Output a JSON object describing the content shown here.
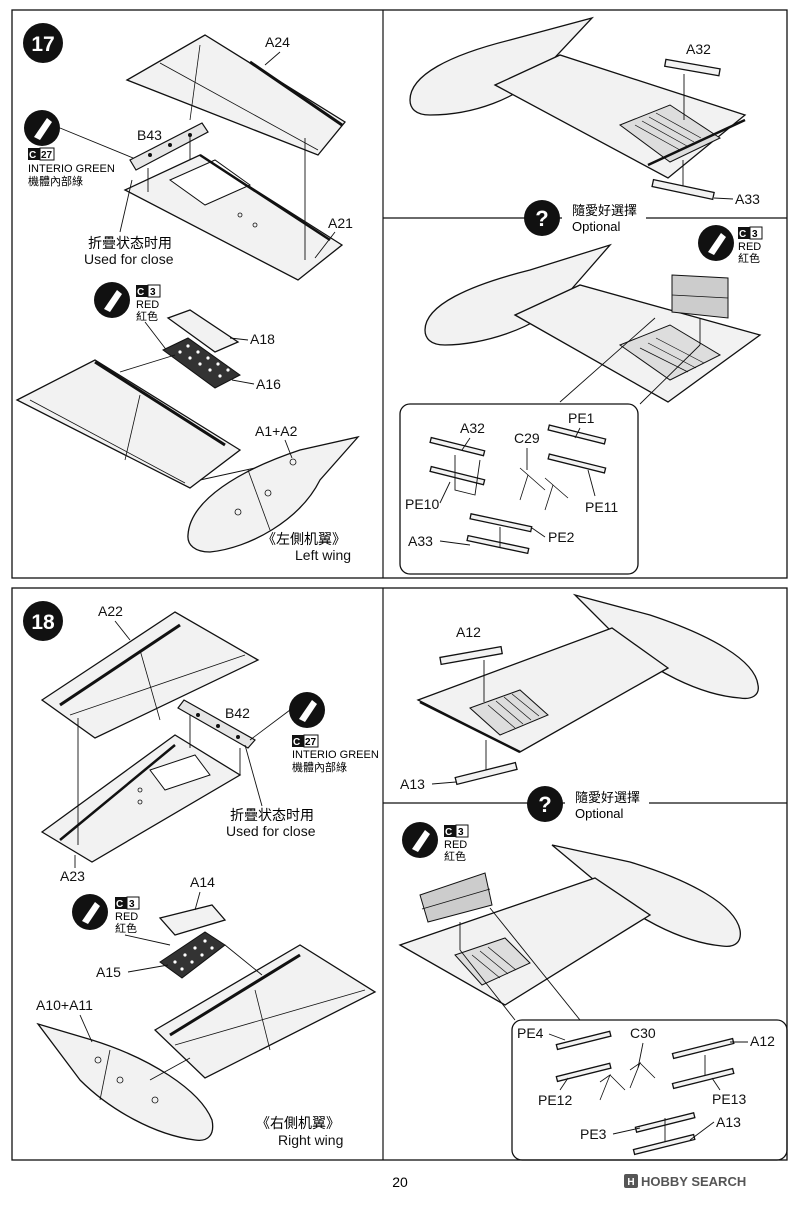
{
  "page_number": "20",
  "watermark": "HOBBY SEARCH",
  "paint": {
    "c27": {
      "code": "C",
      "num": "27",
      "name_en": "INTERIO GREEN",
      "name_zh": "機體內部綠"
    },
    "c3": {
      "code": "C",
      "num": "3",
      "name_en": "RED",
      "name_zh": "紅色"
    }
  },
  "optional": {
    "zh": "隨愛好選擇",
    "en": "Optional"
  },
  "close_note": {
    "zh": "折疊状态时用",
    "en": "Used for close"
  },
  "step17": {
    "number": "17",
    "wing_title_zh": "《左側机翼》",
    "wing_title_en": "Left wing",
    "parts": {
      "a24": "A24",
      "b43": "B43",
      "a21": "A21",
      "a18": "A18",
      "a16": "A16",
      "a1a2": "A1+A2",
      "a32": "A32",
      "a33": "A33",
      "c29": "C29",
      "pe1": "PE1",
      "pe10": "PE10",
      "pe11": "PE11",
      "pe2": "PE2"
    }
  },
  "step18": {
    "number": "18",
    "wing_title_zh": "《右側机翼》",
    "wing_title_en": "Right wing",
    "parts": {
      "a22": "A22",
      "b42": "B42",
      "a23": "A23",
      "a14": "A14",
      "a15": "A15",
      "a10a11": "A10+A11",
      "a12": "A12",
      "a13": "A13",
      "c30": "C30",
      "pe4": "PE4",
      "pe12": "PE12",
      "pe13": "PE13",
      "pe3": "PE3"
    }
  }
}
